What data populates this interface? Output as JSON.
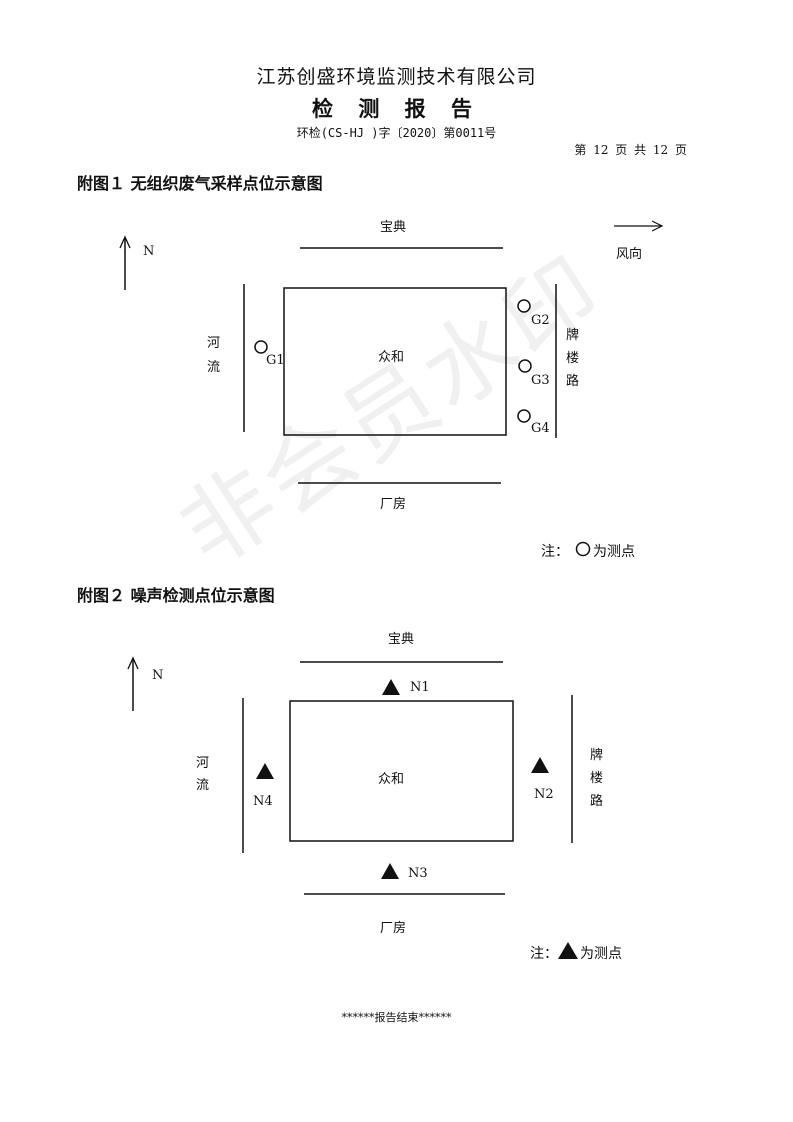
{
  "header": {
    "company": "江苏创盛环境监测技术有限公司",
    "title": "检 测 报 告",
    "doc_no": "环检(CS-HJ )字〔2020〕第0011号",
    "page_info": "第 12 页   共 12 页"
  },
  "figure1": {
    "heading": "附图１ 无组织废气采样点位示意图",
    "north": "N",
    "top_road": "宝典",
    "wind": "风向",
    "left_label_1": "河",
    "left_label_2": "流",
    "right_label_1": "牌",
    "right_label_2": "楼",
    "right_label_3": "路",
    "center": "众和",
    "bottom_label": "厂房",
    "points": [
      "G1",
      "G2",
      "G3",
      "G4"
    ],
    "note_prefix": "注：",
    "note_suffix": "为测点"
  },
  "figure2": {
    "heading": "附图２ 噪声检测点位示意图",
    "north": "N",
    "top_road": "宝典",
    "left_label_1": "河",
    "left_label_2": "流",
    "right_label_1": "牌",
    "right_label_2": "楼",
    "right_label_3": "路",
    "center": "众和",
    "bottom_label": "厂房",
    "points": [
      "N1",
      "N2",
      "N3",
      "N4"
    ],
    "note_prefix": "注：",
    "note_suffix": "为测点"
  },
  "footer": {
    "end_text": "******报告结束******"
  },
  "watermark": "非会员水印"
}
